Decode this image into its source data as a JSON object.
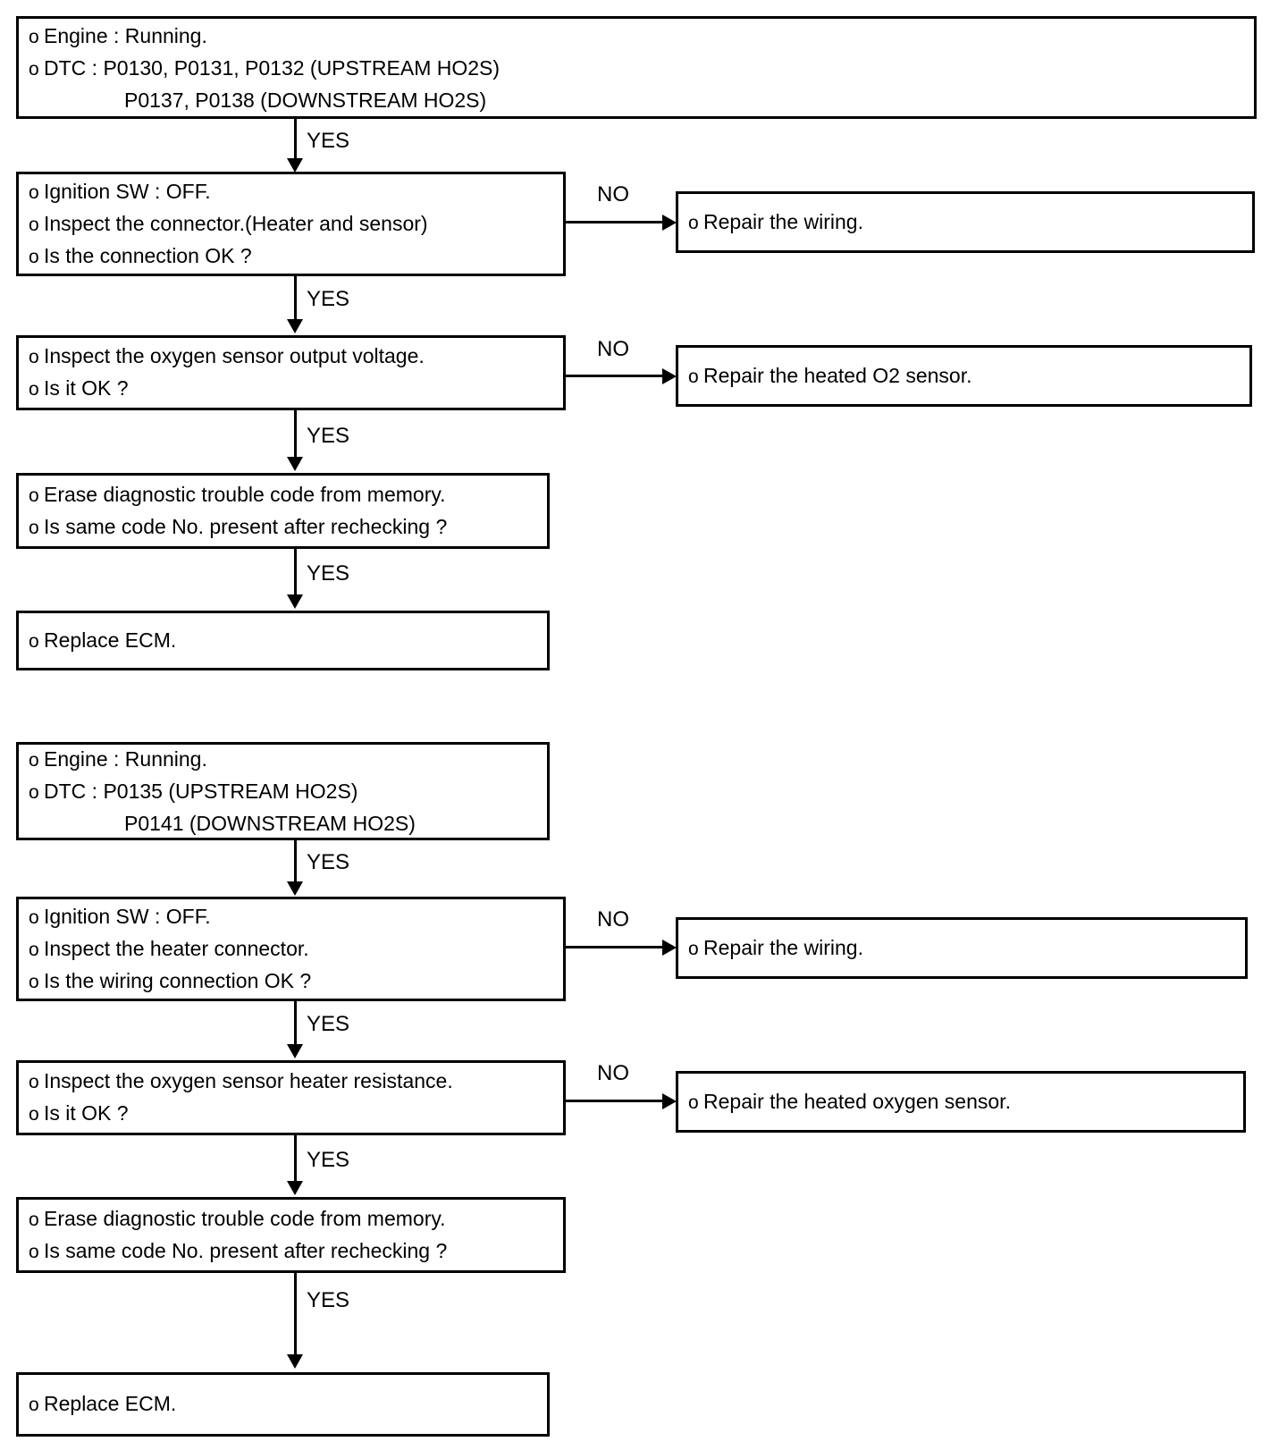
{
  "diagram": {
    "type": "flowchart",
    "title": "",
    "bullet_glyph": "o",
    "colors": {
      "line": "#000000",
      "background": "#ffffff",
      "text": "#000000"
    },
    "sections": [
      {
        "id": "section-1",
        "nodes": [
          {
            "id": "s1-start",
            "lines": [
              {
                "bullet": true,
                "indent": false,
                "text": "Engine : Running."
              },
              {
                "bullet": true,
                "indent": false,
                "text": "DTC : P0130, P0131, P0132 (UPSTREAM HO2S)"
              },
              {
                "bullet": false,
                "indent": true,
                "text": "P0137, P0138 (DOWNSTREAM HO2S)"
              }
            ]
          },
          {
            "id": "s1-step1",
            "lines": [
              {
                "bullet": true,
                "indent": false,
                "text": "Ignition SW : OFF."
              },
              {
                "bullet": true,
                "indent": false,
                "text": "Inspect the connector.(Heater and sensor)"
              },
              {
                "bullet": true,
                "indent": false,
                "text": "Is the connection OK ?"
              }
            ]
          },
          {
            "id": "s1-step1-no",
            "lines": [
              {
                "bullet": true,
                "indent": false,
                "text": "Repair the wiring."
              }
            ]
          },
          {
            "id": "s1-step2",
            "lines": [
              {
                "bullet": true,
                "indent": false,
                "text": "Inspect the oxygen sensor output voltage."
              },
              {
                "bullet": true,
                "indent": false,
                "text": "Is it OK ?"
              }
            ]
          },
          {
            "id": "s1-step2-no",
            "lines": [
              {
                "bullet": true,
                "indent": false,
                "text": "Repair the heated O2 sensor."
              }
            ]
          },
          {
            "id": "s1-step3",
            "lines": [
              {
                "bullet": true,
                "indent": false,
                "text": "Erase diagnostic trouble code from memory."
              },
              {
                "bullet": true,
                "indent": false,
                "text": "Is same code No. present after rechecking ?"
              }
            ]
          },
          {
            "id": "s1-end",
            "lines": [
              {
                "bullet": true,
                "indent": false,
                "text": "Replace ECM."
              }
            ]
          }
        ],
        "edges": [
          {
            "id": "s1-e1",
            "label": "YES",
            "direction": "down"
          },
          {
            "id": "s1-e2",
            "label": "YES",
            "direction": "down"
          },
          {
            "id": "s1-e3",
            "label": "YES",
            "direction": "down"
          },
          {
            "id": "s1-e4",
            "label": "YES",
            "direction": "down"
          },
          {
            "id": "s1-e5",
            "label": "NO",
            "direction": "right"
          },
          {
            "id": "s1-e6",
            "label": "NO",
            "direction": "right"
          }
        ]
      },
      {
        "id": "section-2",
        "nodes": [
          {
            "id": "s2-start",
            "lines": [
              {
                "bullet": true,
                "indent": false,
                "text": "Engine : Running."
              },
              {
                "bullet": true,
                "indent": false,
                "text": "DTC : P0135 (UPSTREAM HO2S)"
              },
              {
                "bullet": false,
                "indent": true,
                "text": "P0141 (DOWNSTREAM HO2S)"
              }
            ]
          },
          {
            "id": "s2-step1",
            "lines": [
              {
                "bullet": true,
                "indent": false,
                "text": "Ignition SW : OFF."
              },
              {
                "bullet": true,
                "indent": false,
                "text": "Inspect the heater connector."
              },
              {
                "bullet": true,
                "indent": false,
                "text": "Is the wiring connection OK ?"
              }
            ]
          },
          {
            "id": "s2-step1-no",
            "lines": [
              {
                "bullet": true,
                "indent": false,
                "text": "Repair the wiring."
              }
            ]
          },
          {
            "id": "s2-step2",
            "lines": [
              {
                "bullet": true,
                "indent": false,
                "text": "Inspect the oxygen sensor heater resistance."
              },
              {
                "bullet": true,
                "indent": false,
                "text": "Is it OK ?"
              }
            ]
          },
          {
            "id": "s2-step2-no",
            "lines": [
              {
                "bullet": true,
                "indent": false,
                "text": "Repair the heated oxygen sensor."
              }
            ]
          },
          {
            "id": "s2-step3",
            "lines": [
              {
                "bullet": true,
                "indent": false,
                "text": "Erase diagnostic trouble code from memory."
              },
              {
                "bullet": true,
                "indent": false,
                "text": "Is same code No. present after rechecking ?"
              }
            ]
          },
          {
            "id": "s2-end",
            "lines": [
              {
                "bullet": true,
                "indent": false,
                "text": "Replace ECM."
              }
            ]
          }
        ],
        "edges": [
          {
            "id": "s2-e1",
            "label": "YES",
            "direction": "down"
          },
          {
            "id": "s2-e2",
            "label": "YES",
            "direction": "down"
          },
          {
            "id": "s2-e3",
            "label": "YES",
            "direction": "down"
          },
          {
            "id": "s2-e4",
            "label": "YES",
            "direction": "down"
          },
          {
            "id": "s2-e5",
            "label": "NO",
            "direction": "right"
          },
          {
            "id": "s2-e6",
            "label": "NO",
            "direction": "right"
          }
        ]
      }
    ]
  }
}
